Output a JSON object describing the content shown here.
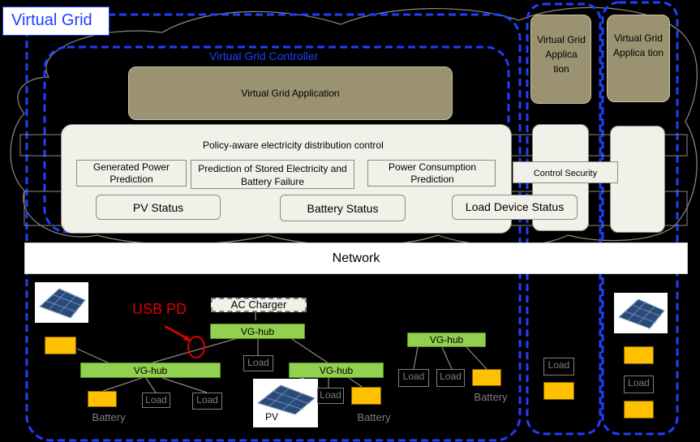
{
  "title": "Virtual Grid",
  "controller_label": "Virtual Grid Controller",
  "vg_application": "Virtual Grid Application",
  "side_apps": [
    "Virtual Grid Applica tion",
    "Virtual Grid Applica tion"
  ],
  "policy_control": "Policy-aware electricity distribution  control",
  "predictions": [
    "Generated Power Prediction",
    "Prediction of Stored Electricity and Battery Failure",
    "Power Consumption Prediction"
  ],
  "control_security": "Control Security",
  "status": [
    "PV Status",
    "Battery Status",
    "Load Device Status"
  ],
  "network": "Network",
  "usb_pd": "USB PD",
  "ac_charger": "AC Charger",
  "hub_label": "VG-hub",
  "load_label": "Load",
  "battery_label": "Battery",
  "pv_label": "PV",
  "colors": {
    "dashed_blue": "#1f3fff",
    "hub_green": "#92d050",
    "battery_yellow": "#ffc000",
    "usb_red": "#e00000",
    "app_olive": "#9a9270"
  }
}
